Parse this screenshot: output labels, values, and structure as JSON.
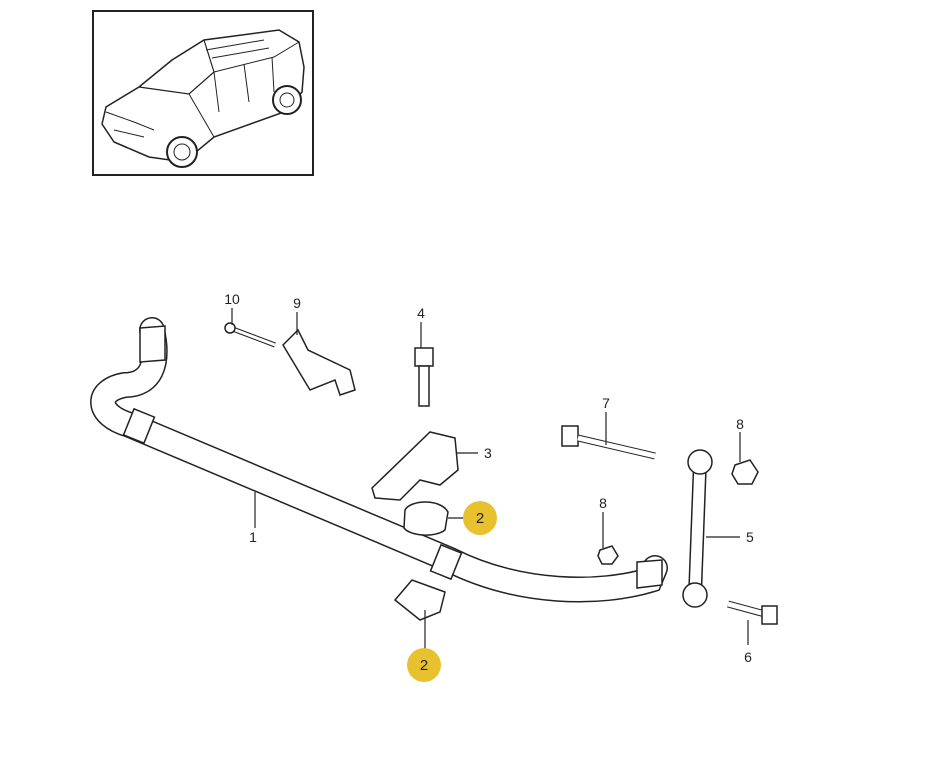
{
  "labels": {
    "sway_bar": "1",
    "bushing_upper": "2",
    "bushing_lower": "2",
    "bracket": "3",
    "bracket_bolt": "4",
    "coupling_link": "5",
    "link_bolt_lower": "6",
    "link_bolt_upper": "7",
    "nut_upper": "8",
    "nut_lower": "8",
    "holder": "9",
    "holder_bolt": "10"
  },
  "colors": {
    "highlight": "#e8c22e",
    "line": "#222222"
  }
}
